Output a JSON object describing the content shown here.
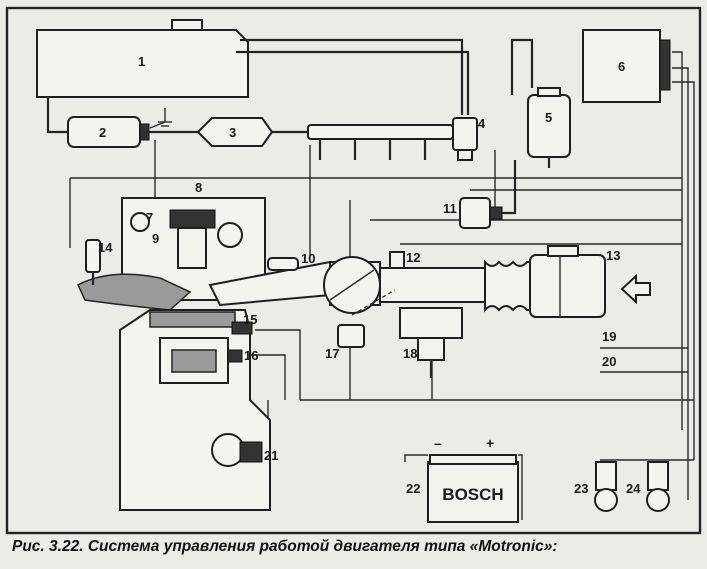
{
  "caption": "Рис. 3.22. Система управления работой двигателя типа «Motronic»:",
  "labels": {
    "l1": "1",
    "l2": "2",
    "l3": "3",
    "l4": "4",
    "l5": "5",
    "l6": "6",
    "l7": "7",
    "l8": "8",
    "l9": "9",
    "l10": "10",
    "l11": "11",
    "l12": "12",
    "l13": "13",
    "l14": "14",
    "l15": "15",
    "l16": "16",
    "l17": "17",
    "l18": "18",
    "l19": "19",
    "l20": "20",
    "l21": "21",
    "l22": "22",
    "l23": "23",
    "l24": "24"
  },
  "battery": {
    "brand": "BOSCH",
    "minus": "–",
    "plus": "+"
  },
  "icons": {
    "air_intake": "arrow-left-icon",
    "ground": "ground-symbol-icon"
  }
}
